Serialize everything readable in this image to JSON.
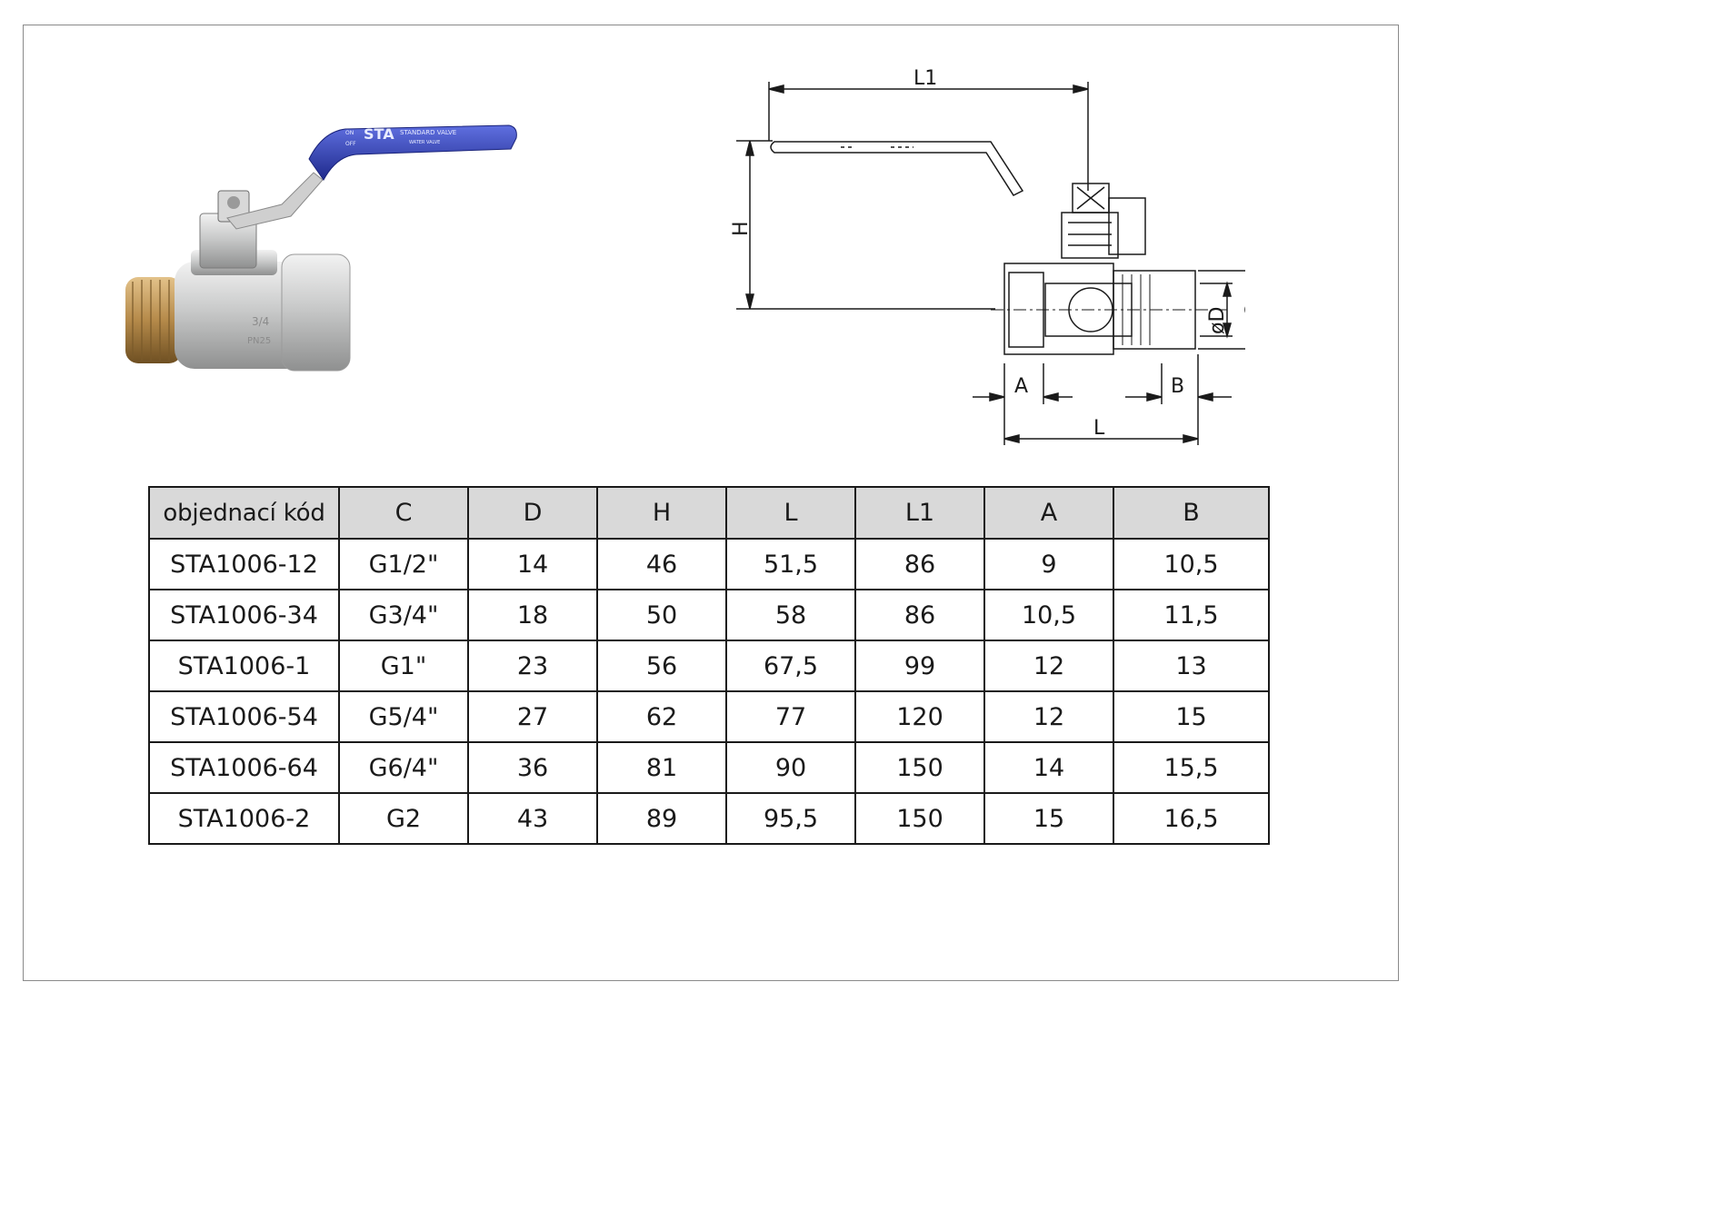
{
  "drawing_labels": {
    "l1": "L1",
    "h": "H",
    "d": "øD",
    "c": "C",
    "a": "A",
    "b": "B",
    "l": "L"
  },
  "photo_labels": {
    "brand": "STA",
    "on": "ON",
    "off": "OFF",
    "handle_line1": "STANDARD VALVE",
    "handle_line2": "WATER VALVE",
    "body_size": "3/4",
    "body_rating": "PN25"
  },
  "colors": {
    "handle_blue": "#2f3fb8",
    "brass": "#b58a4a",
    "nickel": "#d2d3d3",
    "header_bg": "#d9d9d9"
  },
  "table": {
    "headers": [
      "objednací kód",
      "C",
      "D",
      "H",
      "L",
      "L1",
      "A",
      "B"
    ],
    "rows": [
      [
        "STA1006-12",
        "G1/2\"",
        "14",
        "46",
        "51,5",
        "86",
        "9",
        "10,5"
      ],
      [
        "STA1006-34",
        "G3/4\"",
        "18",
        "50",
        "58",
        "86",
        "10,5",
        "11,5"
      ],
      [
        "STA1006-1",
        "G1\"",
        "23",
        "56",
        "67,5",
        "99",
        "12",
        "13"
      ],
      [
        "STA1006-54",
        "G5/4\"",
        "27",
        "62",
        "77",
        "120",
        "12",
        "15"
      ],
      [
        "STA1006-64",
        "G6/4\"",
        "36",
        "81",
        "90",
        "150",
        "14",
        "15,5"
      ],
      [
        "STA1006-2",
        "G2",
        "43",
        "89",
        "95,5",
        "150",
        "15",
        "16,5"
      ]
    ]
  }
}
